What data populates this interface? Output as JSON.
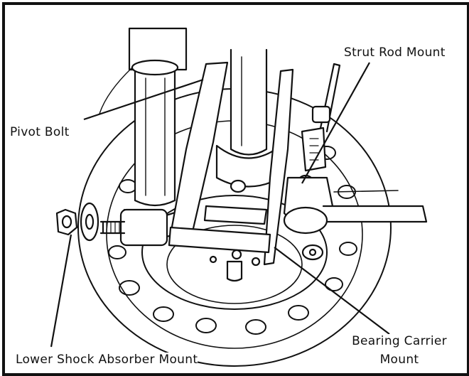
{
  "labels": {
    "strut_rod_mount": "Strut Rod Mount",
    "pivot_bolt": "Pivot Bolt",
    "bearing_carrier_line1": "Bearing Carrier",
    "bearing_carrier_line2": "Mount",
    "lower_shock_absorber_mount": "Lower Shock Absorber Mount"
  },
  "colors": {
    "ink": "#111111",
    "paper": "#ffffff"
  }
}
